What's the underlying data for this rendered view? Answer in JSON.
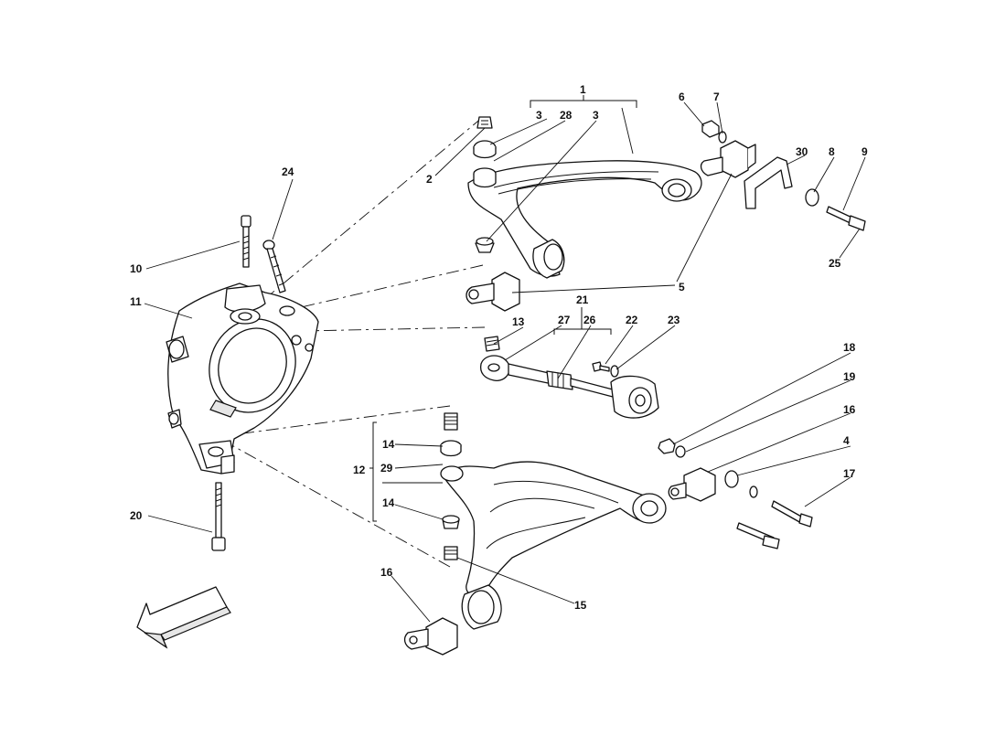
{
  "diagram": {
    "type": "exploded-parts-diagram",
    "callouts": [
      {
        "id": "c1",
        "label": "1"
      },
      {
        "id": "c2",
        "label": "2"
      },
      {
        "id": "c3a",
        "label": "3"
      },
      {
        "id": "c28",
        "label": "28"
      },
      {
        "id": "c3b",
        "label": "3"
      },
      {
        "id": "c6",
        "label": "6"
      },
      {
        "id": "c7",
        "label": "7"
      },
      {
        "id": "c30",
        "label": "30"
      },
      {
        "id": "c8",
        "label": "8"
      },
      {
        "id": "c9",
        "label": "9"
      },
      {
        "id": "c25",
        "label": "25"
      },
      {
        "id": "c24",
        "label": "24"
      },
      {
        "id": "c10",
        "label": "10"
      },
      {
        "id": "c11",
        "label": "11"
      },
      {
        "id": "c5",
        "label": "5"
      },
      {
        "id": "c21",
        "label": "21"
      },
      {
        "id": "c13",
        "label": "13"
      },
      {
        "id": "c27",
        "label": "27"
      },
      {
        "id": "c26",
        "label": "26"
      },
      {
        "id": "c22",
        "label": "22"
      },
      {
        "id": "c23",
        "label": "23"
      },
      {
        "id": "c18",
        "label": "18"
      },
      {
        "id": "c19",
        "label": "19"
      },
      {
        "id": "c16a",
        "label": "16"
      },
      {
        "id": "c4",
        "label": "4"
      },
      {
        "id": "c17",
        "label": "17"
      },
      {
        "id": "c14a",
        "label": "14"
      },
      {
        "id": "c29",
        "label": "29"
      },
      {
        "id": "c12",
        "label": "12"
      },
      {
        "id": "c14b",
        "label": "14"
      },
      {
        "id": "c20",
        "label": "20"
      },
      {
        "id": "c16b",
        "label": "16"
      },
      {
        "id": "c15",
        "label": "15"
      }
    ]
  }
}
